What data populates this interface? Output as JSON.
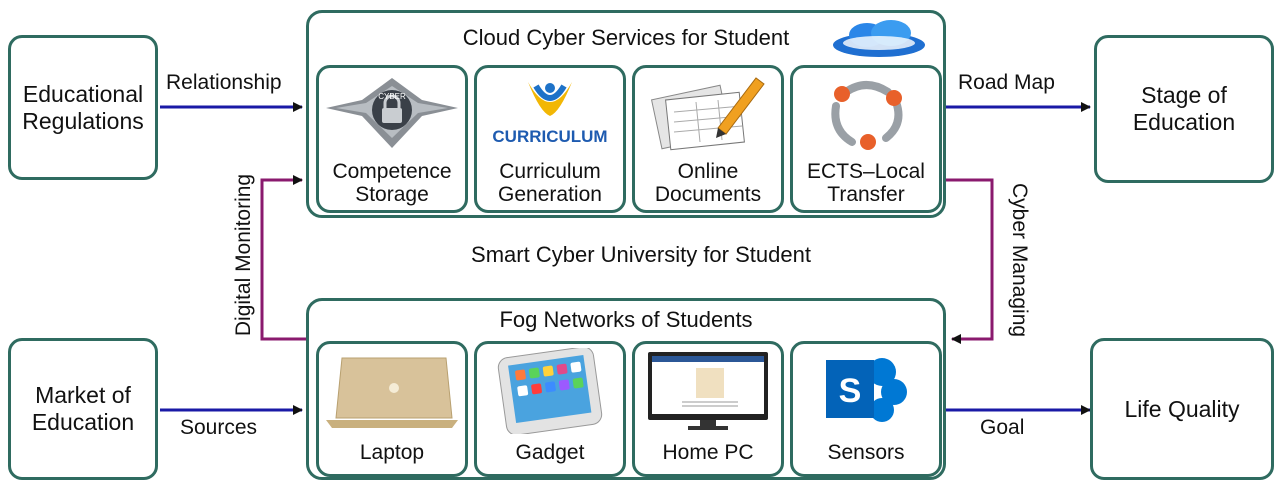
{
  "nodes": {
    "educational_regulations": "Educational\nRegulations",
    "stage_of_education": "Stage of\nEducation",
    "market_of_education": "Market of\nEducation",
    "life_quality": "Life Quality"
  },
  "cloud": {
    "title": "Cloud Cyber Services for Student",
    "tiles": [
      {
        "label": "Competence\nStorage",
        "icon": "cyber-lock-icon",
        "icon_text": "CYBER"
      },
      {
        "label": "Curriculum\nGeneration",
        "icon": "curriculum-logo-icon",
        "icon_text": "CURRICULUM"
      },
      {
        "label": "Online\nDocuments",
        "icon": "documents-pencil-icon"
      },
      {
        "label": "ECTS–Local\nTransfer",
        "icon": "transfer-cycle-icon"
      }
    ]
  },
  "center_text": "Smart Cyber University for Student",
  "fog": {
    "title": "Fog Networks of Students",
    "tiles": [
      {
        "label": "Laptop",
        "icon": "laptop-icon"
      },
      {
        "label": "Gadget",
        "icon": "smartphone-icon"
      },
      {
        "label": "Home PC",
        "icon": "desktop-pc-icon"
      },
      {
        "label": "Sensors",
        "icon": "sharepoint-icon",
        "icon_text": "S"
      }
    ]
  },
  "edges": {
    "relationship": "Relationship",
    "road_map": "Road Map",
    "sources": "Sources",
    "goal": "Goal",
    "digital_monitoring": "Digital Monitoring",
    "cyber_managing": "Cyber Managing"
  },
  "colors": {
    "border": "#2f6b60",
    "blue_arrow": "#1a1aa6",
    "purple_arrow": "#8a1a6e"
  }
}
